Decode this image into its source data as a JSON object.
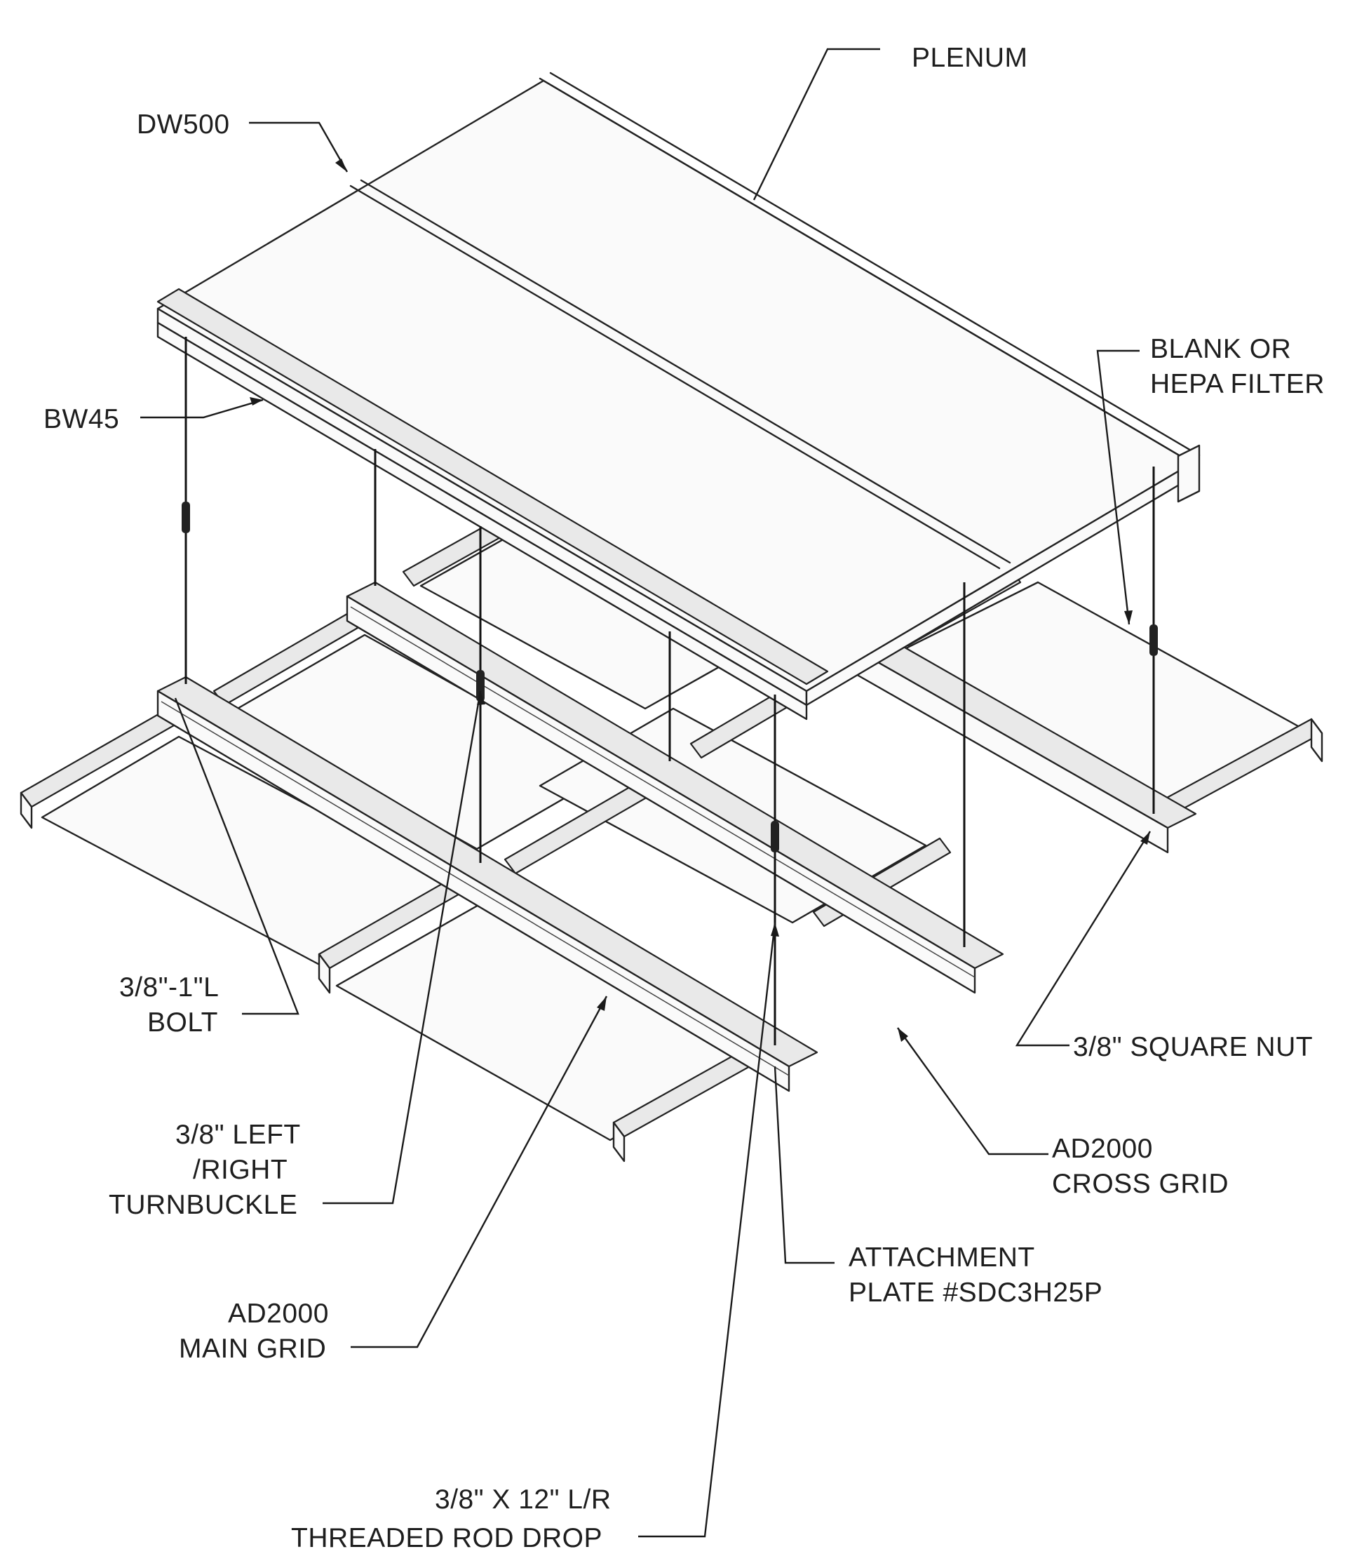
{
  "labels": {
    "plenum": "PLENUM",
    "dw500": "DW500",
    "blank_hepa_line1": "BLANK OR",
    "blank_hepa_line2": "HEPA FILTER",
    "bw45": "BW45",
    "bolt_line1": "3/8\"-1\"L",
    "bolt_line2": "BOLT",
    "square_nut": "3/8\" SQUARE NUT",
    "turnbuckle_line1": "3/8\" LEFT",
    "turnbuckle_line2": "/RIGHT",
    "turnbuckle_line3": "TURNBUCKLE",
    "cross_grid_line1": "AD2000",
    "cross_grid_line2": "CROSS GRID",
    "attach_line1": "ATTACHMENT",
    "attach_line2": "PLATE #SDC3H25P",
    "main_grid_line1": "AD2000",
    "main_grid_line2": "MAIN GRID",
    "rod_line1": "3/8\" X 12\" L/R",
    "rod_line2": "THREADED ROD DROP"
  }
}
